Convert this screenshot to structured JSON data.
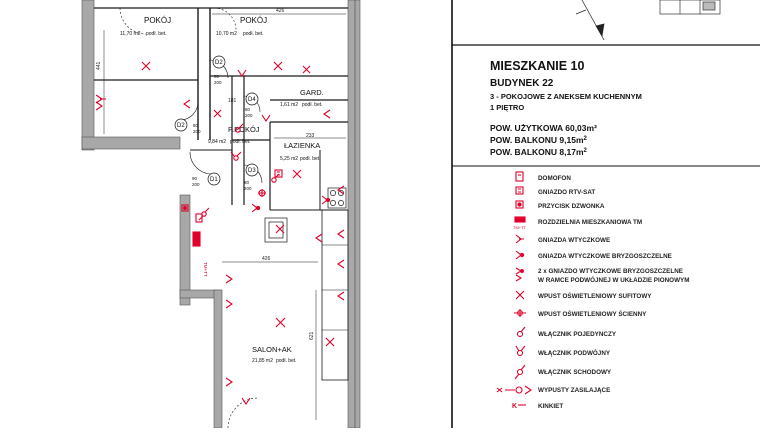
{
  "colors": {
    "wall": "#8a8a8a",
    "line": "#1a1a1a",
    "symbol": "#e0002a"
  },
  "plan": {
    "rooms": [
      {
        "name": "POKÓJ",
        "area": "11,70 m2",
        "floor": "podł. bet."
      },
      {
        "name": "POKÓJ",
        "area": "10,70 m2",
        "floor": "podł. bet."
      },
      {
        "name": "GARD.",
        "area": "1,61 m2",
        "floor": "podł. bet."
      },
      {
        "name": "P.POKÓJ",
        "area": "9,84 m2",
        "floor": "podł. bet."
      },
      {
        "name": "ŁAZIENKA",
        "area": "5,25 m2",
        "floor": "podł. bet."
      },
      {
        "name": "SALON+AK",
        "area": "21,85 m2",
        "floor": "podł. bet."
      }
    ],
    "doors": [
      {
        "tag": "D2",
        "width": "80",
        "height": "200"
      },
      {
        "tag": "D2",
        "width": "80",
        "height": "200"
      },
      {
        "tag": "D4",
        "width": "80",
        "height": "200"
      },
      {
        "tag": "D3",
        "width": "80",
        "height": "200"
      },
      {
        "tag": "D1",
        "width": "90",
        "height": "200"
      }
    ],
    "dims": [
      "426",
      "441",
      "181",
      "233",
      "426",
      "621"
    ],
    "tm_label": "TM+TT"
  },
  "info": {
    "title": "MIESZKANIE 10",
    "building": "BUDYNEK 22",
    "type": "3 - POKOJOWE Z ANEKSEM KUCHENNYM",
    "floor": "1 PIĘTRO",
    "usable_area": "POW. UŻYTKOWA 60,03m²",
    "balcony1": "POW. BALKONU 9,15m",
    "balcony2": "POW. BALKONU 8,17m",
    "sup": "2"
  },
  "legend": [
    {
      "icon": "intercom-icon",
      "label": "DOMOFON"
    },
    {
      "icon": "tv-sat-socket-icon",
      "label": "GNIAZDO RTV-SAT"
    },
    {
      "icon": "doorbell-button-icon",
      "label": "PRZYCISK DZWONKA"
    },
    {
      "icon": "distribution-board-icon",
      "label": "ROZDZIELNIA MIESZKANIOWA TM"
    },
    {
      "icon": "socket-icon",
      "label": "GNIAZDA WTYCZKOWE"
    },
    {
      "icon": "splashproof-socket-icon",
      "label": "GNIAZDA WTYCZKOWE BRYZGOSZCZELNE"
    },
    {
      "icon": "double-splashproof-socket-icon",
      "label": "2 x GNIAZDO WTYCZKOWE BRYZGOSZCZELNE",
      "label2": "W RAMCE PODWÓJNEJ W UKŁADZIE PIONOWYM"
    },
    {
      "icon": "ceiling-light-outlet-icon",
      "label": "WPUST OŚWIETLENIOWY SUFITOWY"
    },
    {
      "icon": "wall-light-outlet-icon",
      "label": "WPUST OŚWIETLENIOWY ŚCIENNY"
    },
    {
      "icon": "single-switch-icon",
      "label": "WŁĄCZNIK POJEDYNCZY"
    },
    {
      "icon": "double-switch-icon",
      "label": "WŁĄCZNIK PODWÓJNY"
    },
    {
      "icon": "stair-switch-icon",
      "label": "WŁĄCZNIK SCHODOWY"
    },
    {
      "icon": "power-outlets-icon",
      "label": "WYPUSTY ZASILAJĄCE"
    },
    {
      "icon": "wall-lamp-icon",
      "label": "KINKIET"
    }
  ]
}
